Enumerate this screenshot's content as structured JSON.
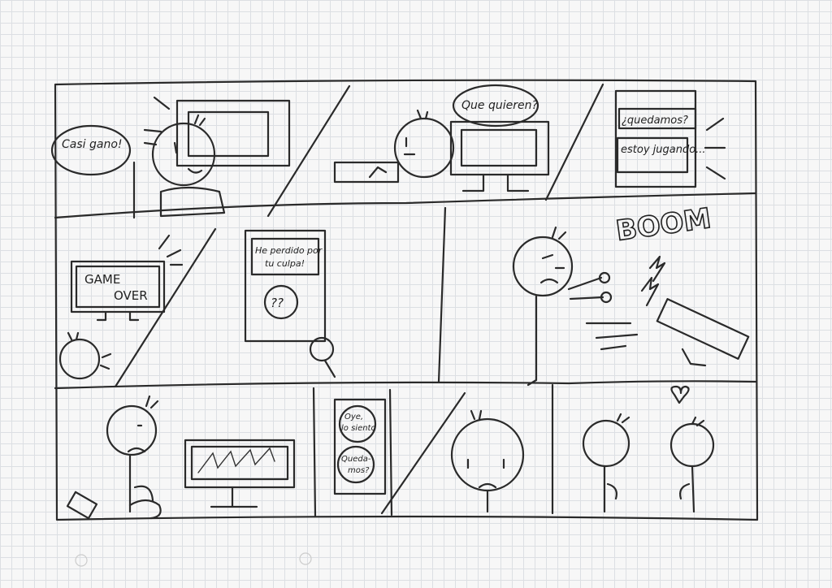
{
  "comic": {
    "panel1": {
      "bubble": "Casi gano!"
    },
    "panel2": {
      "bubble": "Que quieren?"
    },
    "panel3": {
      "message_1": "¿quedamos?",
      "message_2": "estoy jugando..."
    },
    "panel4": {
      "screen_line_1": "GAME",
      "screen_line_2": "OVER"
    },
    "panel5": {
      "message_1": "He perdido por",
      "message_1b": "tu culpa!",
      "message_2": "??"
    },
    "panel6": {
      "sound_effect": "BOOM"
    },
    "panel9": {
      "message_1a": "Oye,",
      "message_1b": "lo siento",
      "message_2a": "Queda-",
      "message_2b": "mos?"
    }
  }
}
